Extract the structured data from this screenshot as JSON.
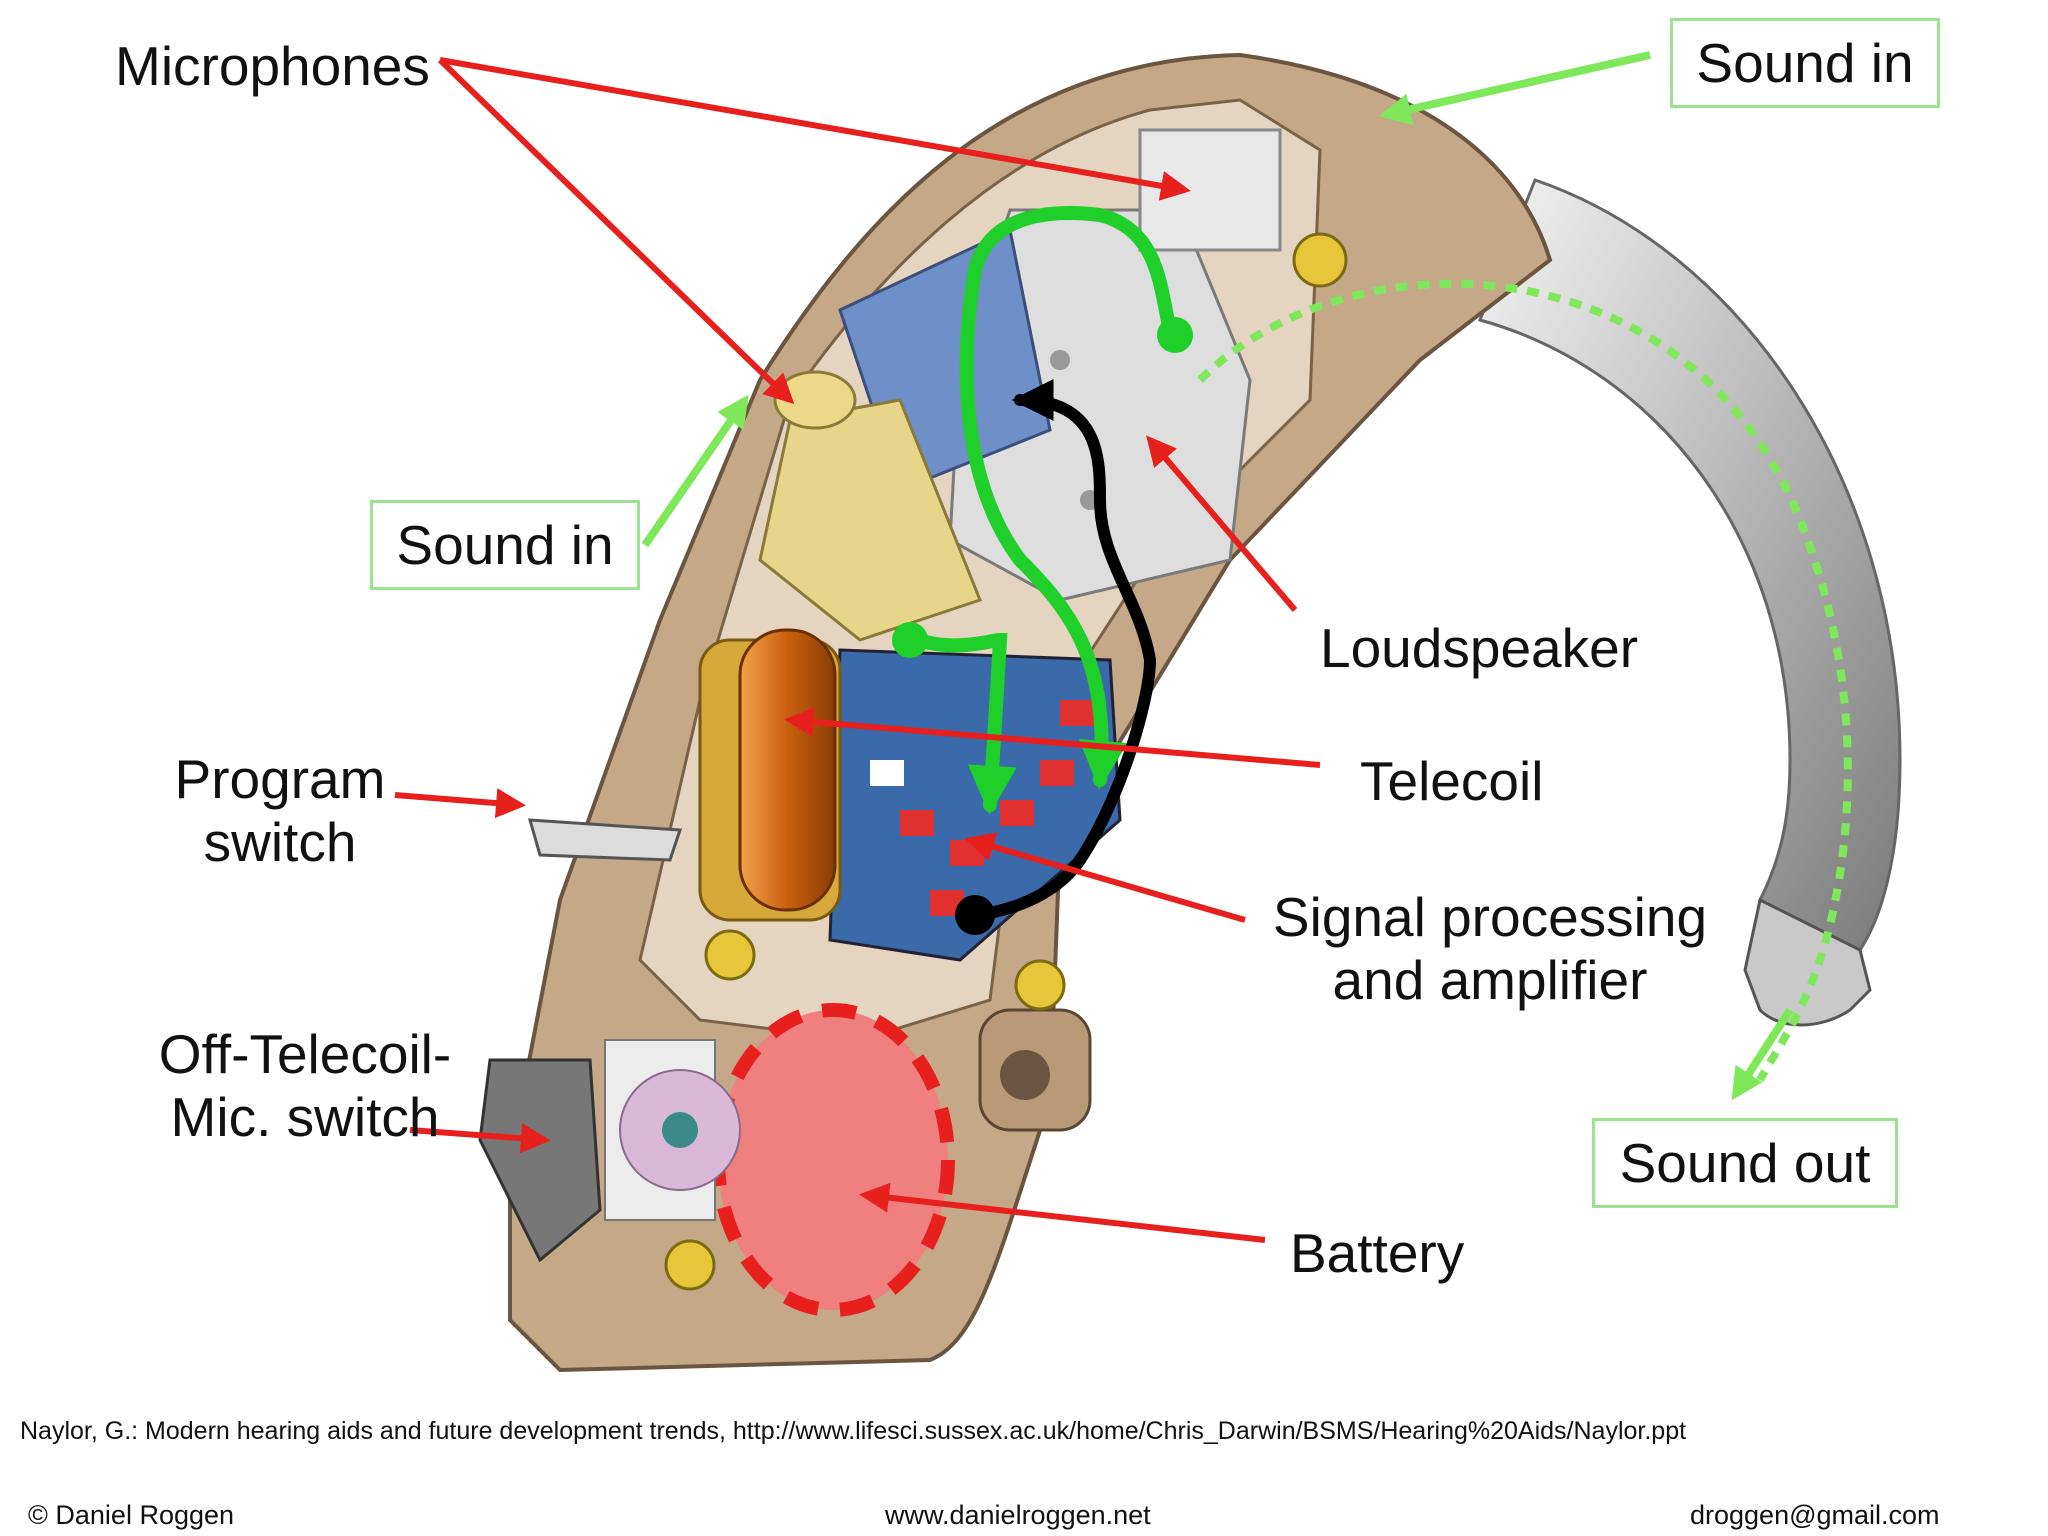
{
  "labels": {
    "microphones": "Microphones",
    "sound_in_top": "Sound in",
    "sound_in_left": "Sound in",
    "loudspeaker": "Loudspeaker",
    "program_switch_1": "Program",
    "program_switch_2": "switch",
    "telecoil": "Telecoil",
    "signal_processing_1": "Signal processing",
    "signal_processing_2": "and amplifier",
    "off_telecoil_1": "Off-Telecoil-",
    "off_telecoil_2": "Mic. switch",
    "sound_out": "Sound out",
    "battery": "Battery"
  },
  "footer": {
    "citation": "Naylor, G.: Modern hearing aids and future development trends, http://www.lifesci.sussex.ac.uk/home/Chris_Darwin/BSMS/Hearing%20Aids/Naylor.ppt",
    "copyright": "© Daniel Roggen",
    "website": "www.danielroggen.net",
    "email": "droggen@gmail.com"
  },
  "colors": {
    "label_arrow": "#e8201d",
    "sound_path": "#1fcf2a",
    "sound_arrow": "#7fe85a",
    "electric_path": "#000000",
    "box_border": "#9be38f",
    "housing": "#c4a887",
    "battery": "#f07f7f",
    "telecoil": "#d9791c"
  }
}
